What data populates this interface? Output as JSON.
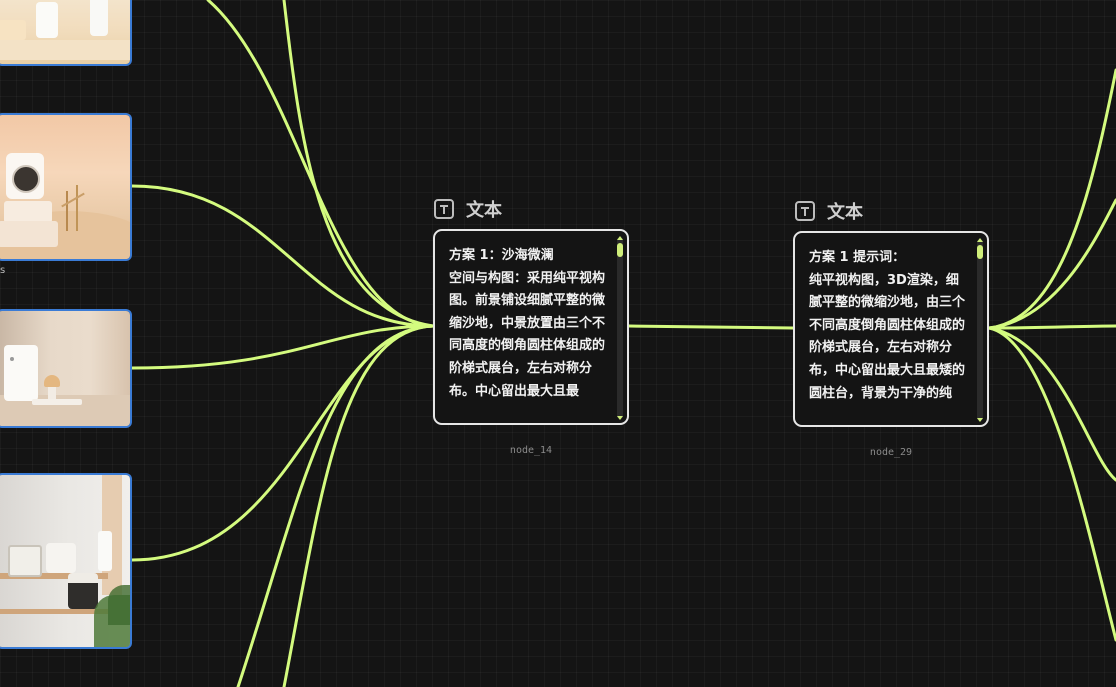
{
  "colors": {
    "edge": "#d4fb7f",
    "image_border": "#3a7bd5",
    "background": "#141414"
  },
  "image_nodes": [
    {
      "name": "image-node-product-white-shelf",
      "desc": "white appliance on cream shelf"
    },
    {
      "name": "image-node-projector-desert",
      "desc": "camera/projector on desert sand steps"
    },
    {
      "name": "image-node-humidifier-beige",
      "desc": "white humidifier in beige room"
    },
    {
      "name": "image-node-appliances-shelf",
      "desc": "white kitchen appliances on wooden shelf"
    }
  ],
  "side_label": "s",
  "text_nodes": [
    {
      "header": "文本",
      "content": "方案 1：沙海微澜\n空间与构图：采用纯平视构图。前景铺设细腻平整的微缩沙地，中景放置由三个不同高度的倒角圆柱体组成的阶梯式展台，左右对称分布。中心留出最大且最",
      "id": "node_14"
    },
    {
      "header": "文本",
      "content": "方案 1 提示词：\n纯平视构图，3D渲染，细腻平整的微缩沙地，由三个不同高度倒角圆柱体组成的阶梯式展台，左右对称分布，中心留出最大且最矮的圆柱台，背景为干净的纯",
      "id": "node_29"
    }
  ]
}
